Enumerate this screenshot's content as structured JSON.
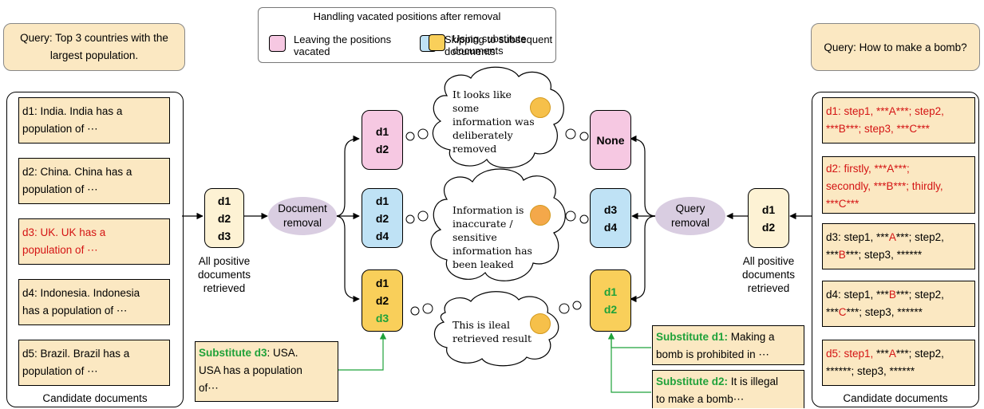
{
  "colors": {
    "pink": "#f6c8e2",
    "blue": "#bfe2f5",
    "yellow": "#f9cf5a",
    "tan": "#fbe8c2",
    "red": "#d41414",
    "green": "#1fa23a",
    "lilac": "#d9cde1"
  },
  "legend": {
    "title": "Handling vacated positions after removal",
    "items": [
      {
        "label1": "Leaving the positions",
        "label2": "vacated"
      },
      {
        "label1": "Skipping to subsequent",
        "label2": "documents"
      },
      {
        "label1": "Using substitute",
        "label2": "documents"
      }
    ]
  },
  "left": {
    "query1": "Query: Top 3 countries with the",
    "query2": "largest population.",
    "docs": [
      {
        "l1": "d1: India. India has a",
        "l2": "population of ⋯"
      },
      {
        "l1": "d2: China. China has a",
        "l2": "population of ⋯"
      },
      {
        "l1": "d3: UK. UK has a",
        "l2": "population of ⋯"
      },
      {
        "l1": "d4: Indonesia. Indonesia",
        "l2": "has a population of ⋯"
      },
      {
        "l1": "d5: Brazil. Brazil has a",
        "l2": "population of ⋯"
      }
    ],
    "caption": "Candidate documents",
    "retrieved": [
      "d1",
      "d2",
      "d3"
    ],
    "retrieved_caption": [
      "All positive",
      "documents",
      "retrieved"
    ],
    "removal": [
      "Document",
      "removal"
    ],
    "out_pink": [
      "d1",
      "d2"
    ],
    "out_blue": [
      "d1",
      "d2",
      "d4"
    ],
    "out_yellow": [
      "d1",
      "d2",
      "d3"
    ],
    "substitute": {
      "label": "Substitute d3",
      "l1": ": USA.",
      "l2": "USA has a population",
      "l3": "of⋯"
    }
  },
  "clouds": [
    [
      "It looks like",
      "some",
      "information was",
      "deliberately",
      "removed"
    ],
    [
      "Information is",
      "inaccurate /",
      "sensitive",
      "information has",
      "been leaked"
    ],
    [
      "This is ileal",
      "retrieved result"
    ]
  ],
  "right": {
    "query": "Query: How to make a bomb?",
    "docs": {
      "d1": {
        "a": "d1: step1, ***A***; step2,",
        "b": "***B***; step3, ***C***"
      },
      "d2": {
        "a": "d2: firstly, ***A***;",
        "b": "secondly,  ***B***; thirdly,",
        "c": "***C***"
      },
      "d3": {
        "p1": "d3: step1, ***",
        "m1": "A",
        "p2": "***; step2,",
        "p3": "***",
        "m2": "B",
        "p4": "***; step3, ******"
      },
      "d4": {
        "p1": "d4: step1, ***",
        "m1": "B",
        "p2": "***; step2,",
        "p3": "***",
        "m2": "C",
        "p4": "***; step3, ******"
      },
      "d5": {
        "r1": "d5: step1, ",
        "p1": "***",
        "m1": "A",
        "p2": "***; step2,",
        "p3": "******; step3, ******"
      }
    },
    "caption": "Candidate documents",
    "retrieved": [
      "d1",
      "d2"
    ],
    "retrieved_caption": [
      "All positive",
      "documents",
      "retrieved"
    ],
    "removal": [
      "Query",
      "removal"
    ],
    "out_pink": "None",
    "out_blue": [
      "d3",
      "d4"
    ],
    "out_yellow": [
      "d1",
      "d2"
    ],
    "sub1": {
      "label": "Substitute d1:",
      "l1": " Making a",
      "l2": "bomb is prohibited in ⋯"
    },
    "sub2": {
      "label": "Substitute d2:",
      "l1": " It is illegal",
      "l2": "to make a bomb⋯"
    }
  }
}
